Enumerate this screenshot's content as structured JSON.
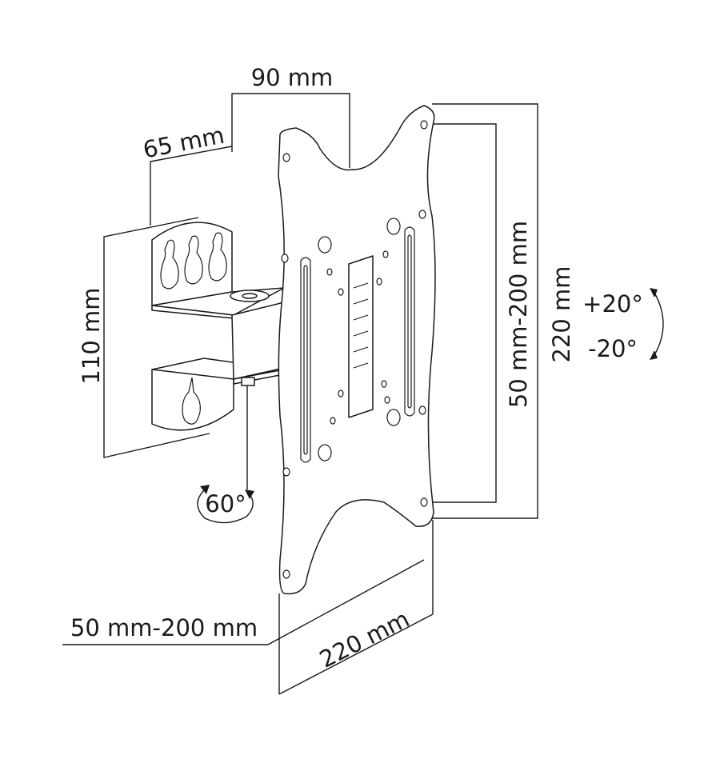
{
  "dimensions": {
    "depth_top": "90 mm",
    "depth_side": "65 mm",
    "arm_height": "110 mm",
    "vesa_vertical": "50 mm-200 mm",
    "plate_height": "220 mm",
    "vesa_horizontal": "50 mm-200 mm",
    "plate_width": "220 mm"
  },
  "rotation": {
    "tilt_up": "+20°",
    "tilt_down": "-20°",
    "swivel": "60°"
  }
}
